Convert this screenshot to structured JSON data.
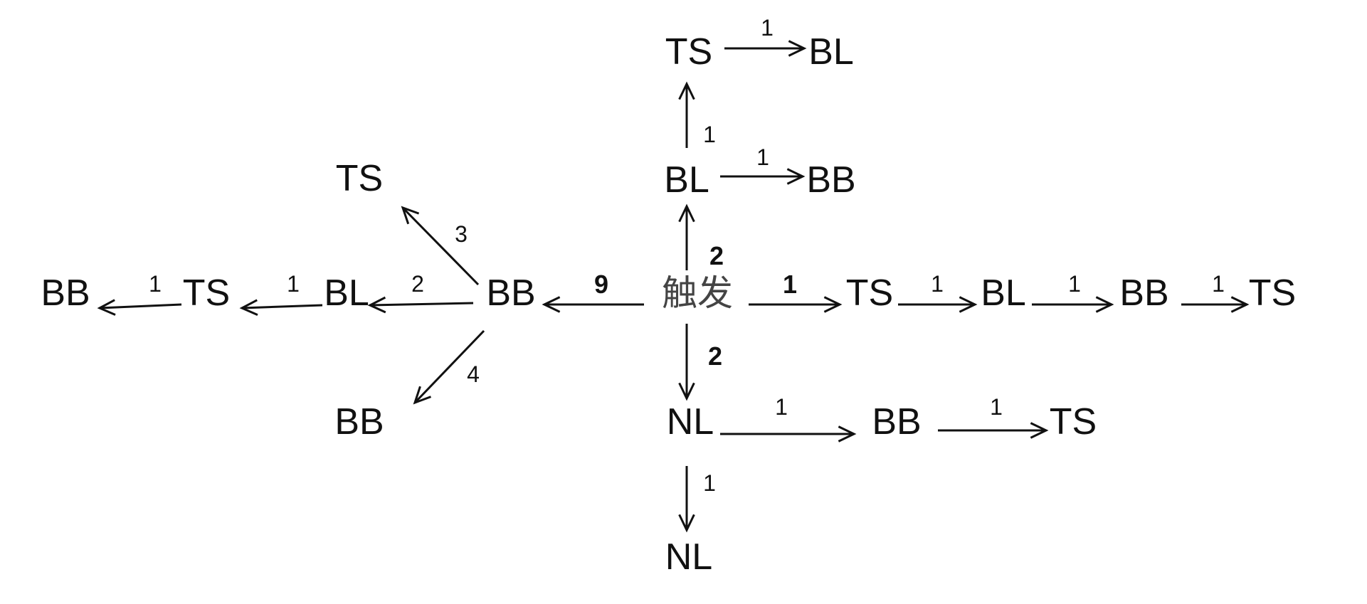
{
  "nodes": {
    "root": "触发",
    "w_bb": "BB",
    "w_bl": "BL",
    "w_ts": "TS",
    "w_bb_end": "BB",
    "nw_ts": "TS",
    "sw_bb": "BB",
    "n_bl": "BL",
    "n_ts": "TS",
    "n_bl_end": "BL",
    "n_bb": "BB",
    "e_ts": "TS",
    "e_bl": "BL",
    "e_bb": "BB",
    "e_ts_end": "TS",
    "s_nl": "NL",
    "s_bb": "BB",
    "s_ts": "TS",
    "s_nl_end": "NL"
  },
  "edges": [
    {
      "id": "root-w_bb",
      "label": "9",
      "bold": true
    },
    {
      "id": "w_bb-w_bl",
      "label": "2",
      "bold": false
    },
    {
      "id": "w_bl-w_ts",
      "label": "1",
      "bold": false
    },
    {
      "id": "w_ts-w_bb_end",
      "label": "1",
      "bold": false
    },
    {
      "id": "w_bb-nw_ts",
      "label": "3",
      "bold": false
    },
    {
      "id": "w_bb-sw_bb",
      "label": "4",
      "bold": false
    },
    {
      "id": "root-n_bl",
      "label": "2",
      "bold": true
    },
    {
      "id": "n_bl-n_bb",
      "label": "1",
      "bold": false
    },
    {
      "id": "n_bl-n_ts",
      "label": "1",
      "bold": false
    },
    {
      "id": "n_ts-n_bl_end",
      "label": "1",
      "bold": false
    },
    {
      "id": "root-e_ts",
      "label": "1",
      "bold": true
    },
    {
      "id": "e_ts-e_bl",
      "label": "1",
      "bold": false
    },
    {
      "id": "e_bl-e_bb",
      "label": "1",
      "bold": false
    },
    {
      "id": "e_bb-e_ts_end",
      "label": "1",
      "bold": false
    },
    {
      "id": "root-s_nl",
      "label": "2",
      "bold": true
    },
    {
      "id": "s_nl-s_bb",
      "label": "1",
      "bold": false
    },
    {
      "id": "s_bb-s_ts",
      "label": "1",
      "bold": false
    },
    {
      "id": "s_nl-s_nl_end",
      "label": "1",
      "bold": false
    }
  ]
}
